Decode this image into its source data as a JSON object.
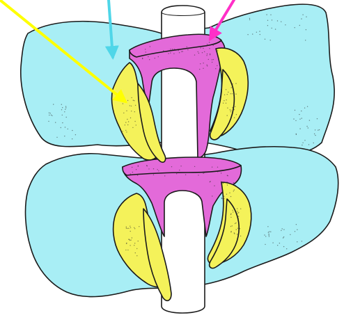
{
  "colors": {
    "background": "#ffffff",
    "cyan_region": "#a8eef5",
    "cyan_arrow": "#4fd6e8",
    "yellow_region": "#f4f25a",
    "yellow_arrow": "#ffff00",
    "magenta_region": "#e36ad9",
    "magenta_arrow": "#ff2fc8",
    "rod": "#ffffff",
    "outline": "#1a1a1a"
  },
  "arrows": [
    {
      "name": "yellow-arrow",
      "color_key": "yellow_arrow"
    },
    {
      "name": "cyan-arrow",
      "color_key": "cyan_arrow"
    },
    {
      "name": "magenta-arrow",
      "color_key": "magenta_arrow"
    }
  ],
  "segments": 2
}
